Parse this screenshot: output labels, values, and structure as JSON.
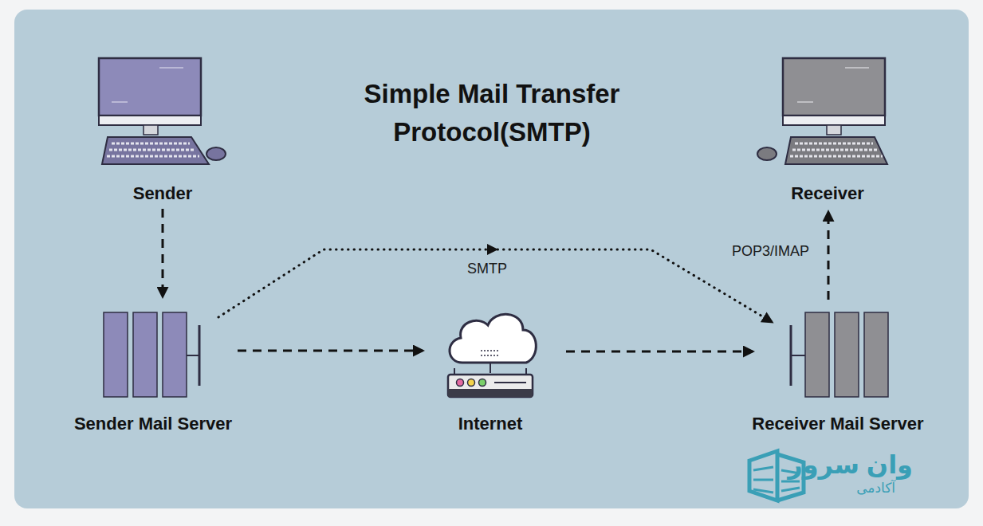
{
  "diagram": {
    "title": "Simple Mail Transfer Protocol(SMTP)",
    "nodes": [
      {
        "text": [
          "Sender"
        ]
      },
      {
        "text": [
          "Sender Mail Server"
        ]
      },
      {
        "text": [
          "Internet"
        ]
      },
      {
        "text": [
          "Receiver Mail Server"
        ]
      },
      {
        "text": [
          "Receiver"
        ]
      }
    ],
    "edges": [
      {
        "from": 0,
        "to": 1,
        "arrow": "to"
      },
      {
        "from": 1,
        "to": 2,
        "arrow": "to"
      },
      {
        "from": 2,
        "to": 3,
        "arrow": "to"
      },
      {
        "from": 1,
        "to": 3,
        "label": "SMTP",
        "arrow": "to"
      },
      {
        "from": 3,
        "to": 4,
        "label": "POP3/IMAP",
        "arrow": "to"
      }
    ],
    "labels": [
      "وان سرور",
      "آکادمی"
    ]
  }
}
